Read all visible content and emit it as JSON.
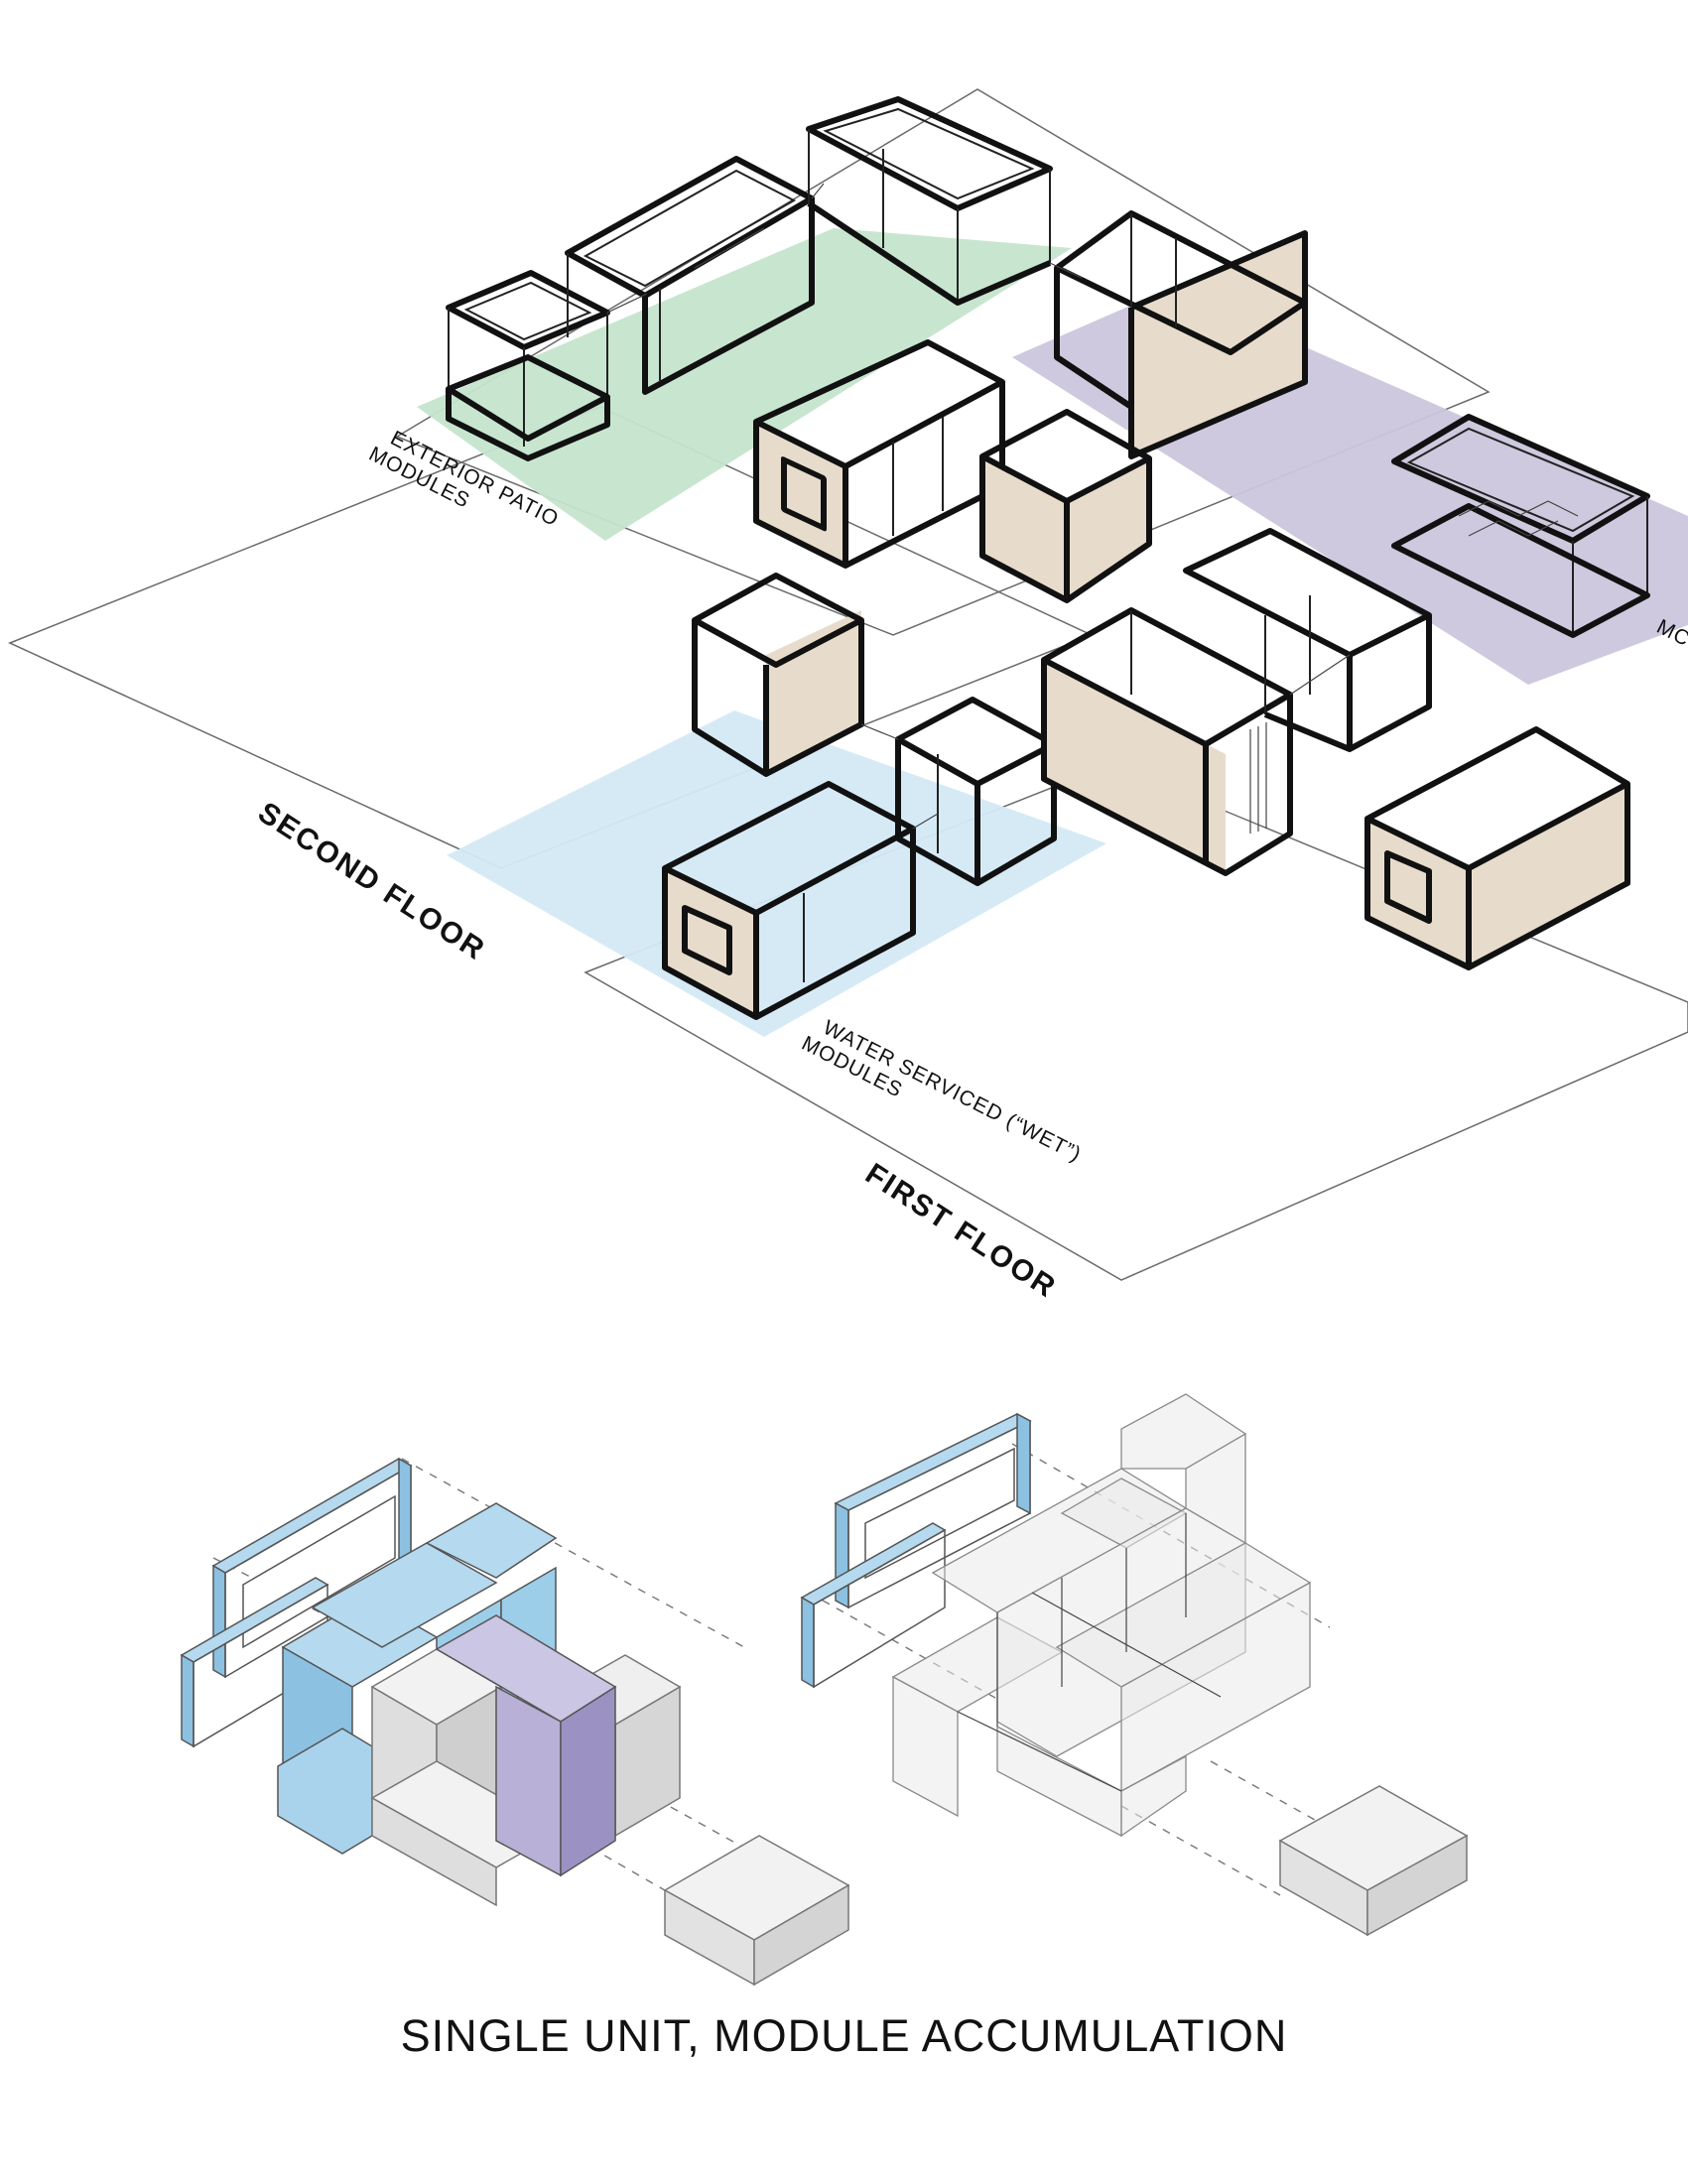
{
  "labels": {
    "exterior": [
      "EXTERIOR PATIO",
      "MODULES"
    ],
    "wet": [
      "WATER SERVICED (“WET”)",
      "MODULES"
    ],
    "clipped": "MC",
    "second_floor": "SECOND FLOOR",
    "first_floor": "FIRST FLOOR"
  },
  "caption": "SINGLE UNIT, MODULE ACCUMULATION",
  "colors": {
    "exterior_zone": "#c5e5cc",
    "wet_zone": "#d4e9f6",
    "purple_zone": "#cbc6dc",
    "cladding": "#e7dccb",
    "block_blue": "#b5d9ef",
    "block_purple": "#b8b0d6",
    "block_gray": "#e6e6e6"
  }
}
